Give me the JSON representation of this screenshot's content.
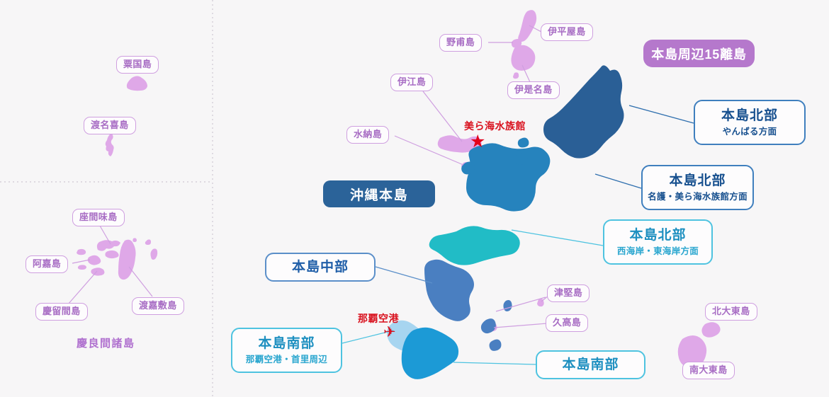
{
  "map": {
    "title_badges": [
      {
        "id": "okinawa-honto",
        "label": "沖縄本島",
        "style": "navy"
      },
      {
        "id": "remote-islands",
        "label": "本島周辺15離島",
        "style": "purple"
      }
    ],
    "region_boxes": [
      {
        "id": "hokubu-yanbaru",
        "title": "本島北部",
        "subtitle": "やんばる方面",
        "accent": "#1f5ea8"
      },
      {
        "id": "hokubu-nago",
        "title": "本島北部",
        "subtitle": "名護・美ら海水族館方面",
        "accent": "#1f5ea8"
      },
      {
        "id": "hokubu-kaigan",
        "title": "本島北部",
        "subtitle": "西海岸・東海岸方面",
        "accent": "#1f9fcb"
      },
      {
        "id": "chubu",
        "title": "本島中部",
        "subtitle": "",
        "accent": "#1f5ea8"
      },
      {
        "id": "nanbu-naha",
        "title": "本島南部",
        "subtitle": "那覇空港・首里周辺",
        "accent": "#1f9fcb"
      },
      {
        "id": "nanbu",
        "title": "本島南部",
        "subtitle": "",
        "accent": "#1f9fcb"
      }
    ],
    "island_labels": [
      {
        "id": "aguni",
        "label": "粟国島"
      },
      {
        "id": "tonaki",
        "label": "渡名喜島"
      },
      {
        "id": "zamami",
        "label": "座間味島"
      },
      {
        "id": "aka",
        "label": "阿嘉島"
      },
      {
        "id": "geruma",
        "label": "慶留間島"
      },
      {
        "id": "tokashiki",
        "label": "渡嘉敷島"
      },
      {
        "id": "nohomi",
        "label": "野甫島"
      },
      {
        "id": "iheya",
        "label": "伊平屋島"
      },
      {
        "id": "izena",
        "label": "伊是名島"
      },
      {
        "id": "ie",
        "label": "伊江島"
      },
      {
        "id": "minna",
        "label": "水納島"
      },
      {
        "id": "tsuken",
        "label": "津堅島"
      },
      {
        "id": "kudaka",
        "label": "久高島"
      },
      {
        "id": "kitadaito",
        "label": "北大東島"
      },
      {
        "id": "minamidaito",
        "label": "南大東島"
      }
    ],
    "captions": [
      {
        "id": "kerama-shoto",
        "label": "慶良間諸島"
      }
    ],
    "points_of_interest": [
      {
        "id": "churaumi-aquarium",
        "label": "美ら海水族館",
        "marker": "star-icon"
      },
      {
        "id": "naha-airport",
        "label": "那覇空港",
        "marker": "airplane-icon"
      }
    ],
    "colors": {
      "background": "#f7f6f7",
      "north_dark": "#2a5f96",
      "north_mid": "#2683bd",
      "central_cyan": "#21bcc6",
      "central_blue": "#4a7fc1",
      "south_light": "#a7d5f0",
      "south_blue": "#1c9ad6",
      "island_purple": "#dfa8e8",
      "divider": "#d8d3da"
    }
  }
}
